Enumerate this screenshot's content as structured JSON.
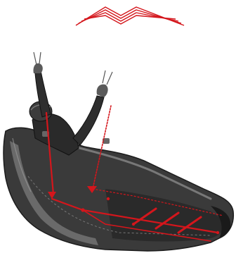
{
  "colors": {
    "background": "#ffffff",
    "diagram_red": "#d4161c",
    "harness_dark": "#2a2a2a",
    "harness_mid": "#4a4a4a",
    "harness_light": "#8e8e8e",
    "pilot_dark": "#1f1f1f"
  },
  "icons": {
    "logo": "wing-logo",
    "harness": "paraglider-harness",
    "pilot": "pilot-figure",
    "attachment_points": "attachment-point-marker"
  }
}
